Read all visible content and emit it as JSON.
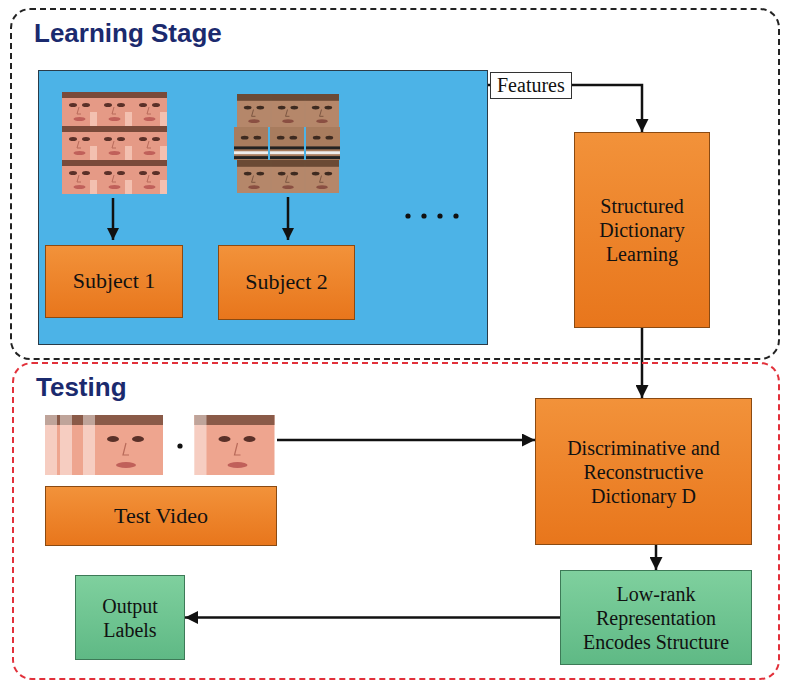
{
  "diagram": {
    "nodes": [
      {
        "text": [
          "Learning Stage"
        ]
      },
      {
        "text": [],
        "in": 0
      },
      {
        "text": [
          "Subject 1"
        ],
        "in": 1
      },
      {
        "text": [
          "Subject 2"
        ],
        "in": 1
      },
      {
        "text": [
          "Structured Dictionary Learning"
        ],
        "in": 0
      },
      {
        "text": [
          "Testing"
        ]
      },
      {
        "text": [
          "Test Video"
        ],
        "in": 5
      },
      {
        "text": [
          "Discriminative and Reconstructive Dictionary D"
        ],
        "in": 5
      },
      {
        "text": [
          "Low-rank Representation Encodes Structure"
        ],
        "in": 5
      },
      {
        "text": [
          "Output Labels"
        ],
        "in": 5
      }
    ],
    "edges": [
      {
        "from": 1,
        "to": 4,
        "arrow": "to",
        "label": "Features"
      },
      {
        "from": 4,
        "to": 7,
        "arrow": "to"
      },
      {
        "from": 6,
        "to": 7,
        "arrow": "to"
      },
      {
        "from": 7,
        "to": 8,
        "arrow": "to"
      },
      {
        "from": 8,
        "to": 9,
        "arrow": "to"
      }
    ]
  }
}
